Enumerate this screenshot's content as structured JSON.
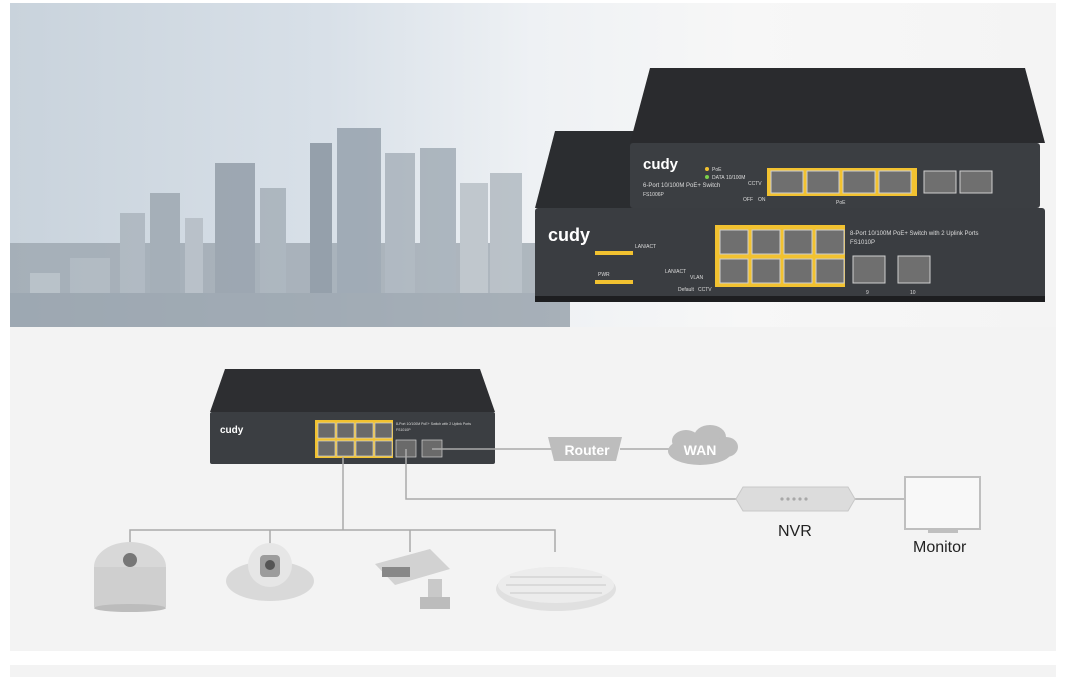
{
  "hero": {
    "brand": "cudy",
    "switch_top": {
      "title": "6-Port 10/100M PoE+ Switch",
      "model": "FS1006P",
      "led_poe": "PoE",
      "led_data": "DATA",
      "led_speed": "10/100M",
      "cctv": "CCTV",
      "off": "OFF",
      "on": "ON",
      "poe_label": "PoE"
    },
    "switch_bottom": {
      "title": "8-Port 10/100M PoE+ Switch with 2 Uplink Ports",
      "model": "FS1010P",
      "lan_act": "LAN/ACT",
      "pwr": "PWR",
      "vlan": "VLAN",
      "default": "Default",
      "cctv": "CCTV",
      "uplink_9": "9",
      "uplink_10": "10"
    }
  },
  "diagram": {
    "router": "Router",
    "wan": "WAN",
    "nvr": "NVR",
    "monitor": "Monitor",
    "switch_brand": "cudy",
    "switch_title": "8-Port 10/100M PoE+ Switch with 2 Uplink Ports",
    "switch_model": "FS1010P"
  },
  "colors": {
    "led_yellow": "#f2c230",
    "led_green": "#7bd04a",
    "line_gray": "#aaaaaa",
    "device_gray": "#d6d6d6"
  }
}
